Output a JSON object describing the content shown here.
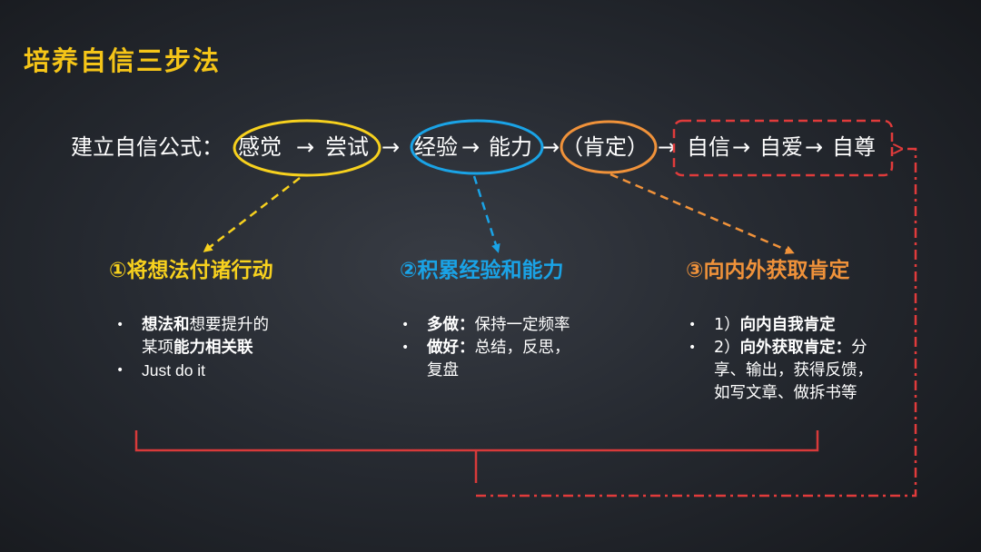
{
  "title": "培养自信三步法",
  "formula": {
    "label": "建立自信公式：",
    "feeling": "感觉",
    "arrow": "→",
    "try": "尝试",
    "experience": "经验",
    "ability": "能力",
    "affirm": "（肯定）",
    "confidence": "自信",
    "self_love": "自爱",
    "self_respect": "自尊"
  },
  "steps": [
    {
      "heading": "①将想法付诸行动",
      "items": [
        {
          "bold1": "想法和",
          "text1": "想要提升的",
          "text2": "某项",
          "bold2": "能力相关联"
        },
        {
          "text": "Just do it"
        }
      ]
    },
    {
      "heading": "②积累经验和能力",
      "items": [
        {
          "bold": "多做：",
          "text": "保持一定频率"
        },
        {
          "bold": "做好：",
          "text": "总结，反思，",
          "text_cont": "复盘"
        }
      ]
    },
    {
      "heading": "③向内外获取肯定",
      "items": [
        {
          "num": "1）",
          "bold": "向内自我肯定"
        },
        {
          "num": "2）",
          "bold": "向外获取肯定：",
          "text": "分",
          "text_cont1": "享、输出，获得反馈，",
          "text_cont2": "如写文章、做拆书等"
        }
      ]
    }
  ],
  "colors": {
    "title": "#f5c518",
    "yellow": "#f7d11e",
    "blue": "#1aa3e6",
    "orange": "#f0923a",
    "red": "#e03b3b",
    "background": "#262a31"
  }
}
